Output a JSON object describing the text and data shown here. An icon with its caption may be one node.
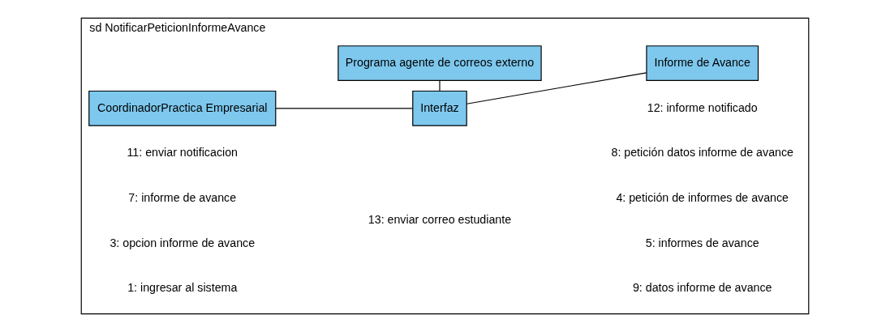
{
  "diagram": {
    "nodes": [
      {
        "text": [
          "sd NotificarPeticionInformeAvance"
        ]
      },
      {
        "text": [
          "CoordinadorPractica Empresarial"
        ],
        "in": 0
      },
      {
        "text": [
          "Interfaz"
        ],
        "in": 0
      },
      {
        "text": [
          "Informe de Avance"
        ],
        "in": 0
      },
      {
        "text": [
          "Programa agente de correos externo"
        ],
        "in": 0
      }
    ],
    "edges": [
      {
        "from": 1,
        "to": 2,
        "arrow": "none"
      },
      {
        "from": 2,
        "to": 3,
        "arrow": "none"
      },
      {
        "from": 2,
        "to": 4,
        "arrow": "none"
      }
    ],
    "labels": [
      "11: enviar notificacion",
      "12: informe notificado",
      "7: informe de avance",
      "8: petición datos informe de avance",
      "3: opcion informe de avance",
      "4: petición de informes de avance",
      "1: ingresar al sistema",
      "5: informes de avance",
      "9: datos informe de avance",
      "13: enviar correo estudiante"
    ]
  }
}
